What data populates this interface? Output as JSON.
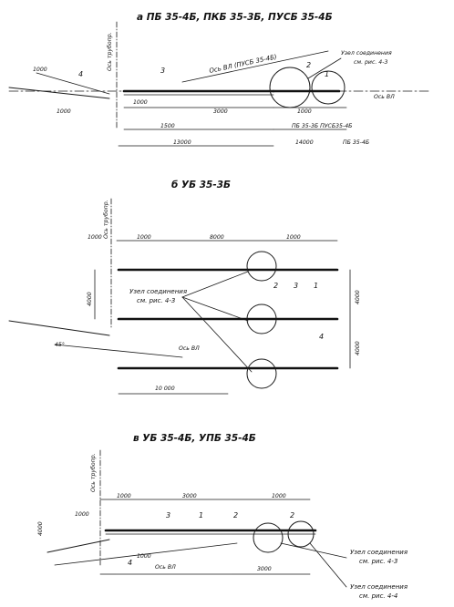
{
  "sections": {
    "a": {
      "title": "а ПБ 35-4Б, ПКБ 35-3Б, ПУСБ 35-4Б",
      "side_label": "Ось трубопр.",
      "callout_1": "Ось ВЛ (ПУСБ 35-4Б)",
      "callout_2": "Узел соединения",
      "callout_3": "см. рис. 4-3",
      "axis_label": "Ось ВЛ",
      "dim_1": "1000",
      "dim_2": "1000",
      "dim_3": "3000",
      "dim_4": "1000",
      "dim_5": "1000",
      "dim_6": "1500",
      "dim_total": "13000",
      "dim_7": "14000",
      "note_1": "ПБ 35-3Б ПУСБ35-4Б",
      "note_2": "ПБ 35-4Б",
      "pos_1": "4",
      "pos_2": "3",
      "pos_3": "2",
      "pos_4": "1"
    },
    "b": {
      "title": "б УБ 35-3Б",
      "side_label": "Ось трубопр.",
      "dim_left": "1000",
      "dim_top_1": "1000",
      "dim_top_2": "8000",
      "dim_top_3": "1000",
      "dim_right_1": "4000",
      "dim_right_2": "4000",
      "dim_left_2": "4000",
      "dim_bottom": "10 000",
      "callout_1": "Узел соединения",
      "callout_2": "см. рис. 4-3",
      "axis_label": "Ось ВЛ",
      "angle": "45°",
      "pos_2": "2",
      "pos_3": "3",
      "pos_1": "1",
      "pos_4": "4"
    },
    "c": {
      "title": "в УБ 35-4Б, УПБ 35-4Б",
      "side_label": "Ось трубопр.",
      "dim_top_1": "1000",
      "dim_top_2": "3000",
      "dim_top_3": "1000",
      "dim_left": "1000",
      "dim_left_2": "4000",
      "dim_bottom_1": "1000",
      "dim_bottom_2": "3000",
      "axis_label": "Ось ВЛ",
      "callout_1": "Узел соединения",
      "callout_2": "см. рис. 4-3",
      "callout_3": "Узел соединения",
      "callout_4": "см. рис. 4-4",
      "pos_3": "3",
      "pos_1": "1",
      "pos_2a": "2",
      "pos_2b": "2",
      "pos_4": "4"
    }
  }
}
